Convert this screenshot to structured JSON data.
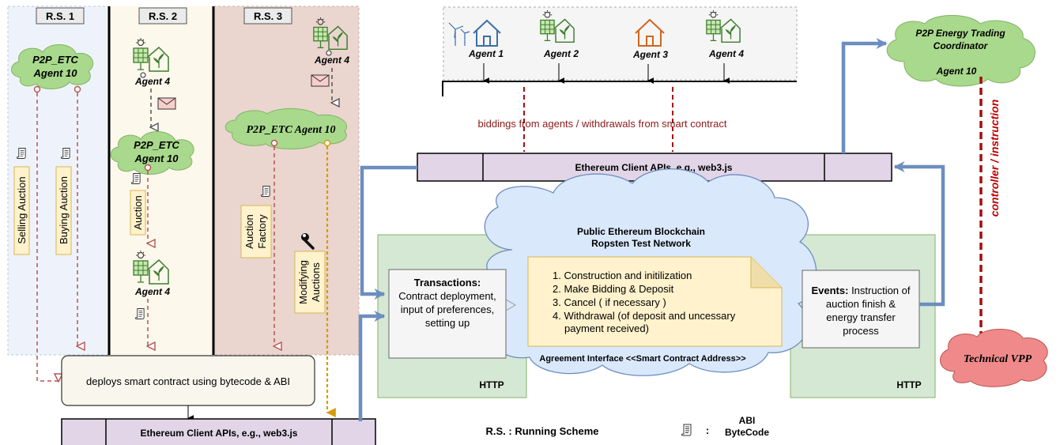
{
  "running_schemes": {
    "rs1": "R.S. 1",
    "rs2": "R.S. 2",
    "rs3": "R.S. 3"
  },
  "agents": {
    "p2p_etc_agent10_line1": "P2P_ETC",
    "p2p_etc_agent10_line2": "Agent 10",
    "agent4": "Agent 4",
    "p2p_etc_agent10_single": "P2P_ETC Agent 10"
  },
  "auction_labels": {
    "selling": "Selling Auction",
    "buying": "Buying Auction",
    "auction": "Auction",
    "factory_line1": "Auction",
    "factory_line2": "Factory",
    "modifying_line1": "Modifying",
    "modifying_line2": "Auctions"
  },
  "deploy_box": "deploys smart contract using bytecode & ABI",
  "client_api": "Ethereum Client APIs, e.g., web3.js",
  "top_agents": [
    "Agent 1",
    "Agent 2",
    "Agent 3",
    "Agent 4"
  ],
  "biddings_label": "biddings from agents / withdrawals from smart contract",
  "blockchain": {
    "title_line1": "Public Ethereum Blockchain",
    "title_line2": "Ropsten Test Network",
    "steps": [
      "1. Construction and initilization",
      "2. Make Bidding & Deposit",
      "3. Cancel ( if necessary )",
      "4. Withdrawal (of deposit and uncessary",
      "payment received)"
    ],
    "interface": "Agreement Interface <<Smart Contract Address>>"
  },
  "transactions": {
    "title": "Transactions:",
    "lines": [
      "Contract deployment,",
      "input of preferences,",
      "setting up"
    ]
  },
  "events": {
    "title": "Events:",
    "first_rest": " Instruction of",
    "lines": [
      "auction finish &",
      "energy transfer",
      "process"
    ]
  },
  "http": "HTTP",
  "coordinator": {
    "line1": "P2P Energy Trading",
    "line2": "Coordinator",
    "line3": "Agent 10"
  },
  "controller_label": "controller / instruction",
  "technical_vpp": "Technical VPP",
  "legend": {
    "rs": "R.S. : Running Scheme",
    "colon": ":",
    "abi": "ABI",
    "bytecode": "ByteCode"
  },
  "colors": {
    "rs1_bg": "#eef3fb",
    "rs2_bg": "#fcf8ec",
    "rs3_bg": "#ead5cf",
    "cloud_green": "#a9d98c",
    "cloud_blue": "#dae8fc",
    "cloud_red": "#f08a8a",
    "http_green": "#d5e8d4",
    "note_yellow": "#fff2cc",
    "api_purple": "#e1d5e7",
    "arrow_blue": "#6c8ebf",
    "dashed_red": "#b85450",
    "dark_red": "#a50d0d",
    "gold": "#d79b00"
  }
}
